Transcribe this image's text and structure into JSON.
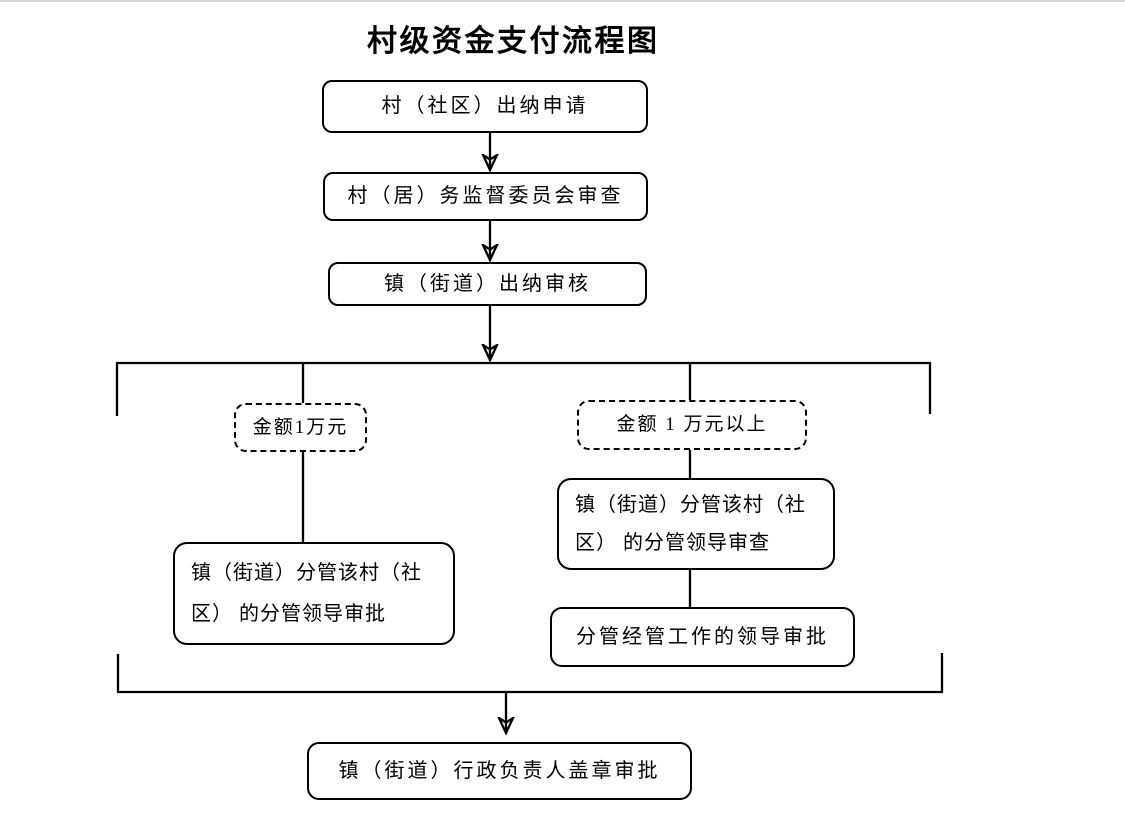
{
  "title": "村级资金支付流程图",
  "nodes": {
    "apply": "村（社区）出纳申请",
    "committee_review": "村（居）务监督委员会审查",
    "town_cashier_audit": "镇（街道）出纳审核",
    "cond_under_10k": "金额1万元",
    "cond_over_10k": "金额 1 万元以上",
    "left_leader_approve": "镇（街道）分管该村（社区） 的分管领导审批",
    "right_leader_review": "镇（街道）分管该村（社区） 的分管领导审查",
    "right_mgmt_leader_approve": "分管经管工作的领导审批",
    "final_stamp_approve": "镇（街道）行政负责人盖章审批"
  },
  "edges": [
    {
      "from": "apply",
      "to": "committee_review",
      "type": "arrow"
    },
    {
      "from": "committee_review",
      "to": "town_cashier_audit",
      "type": "arrow"
    },
    {
      "from": "town_cashier_audit",
      "to": "branch-split",
      "type": "arrow"
    },
    {
      "from": "branch-split",
      "to": "cond_under_10k",
      "type": "line"
    },
    {
      "from": "branch-split",
      "to": "cond_over_10k",
      "type": "line"
    },
    {
      "from": "cond_under_10k",
      "to": "left_leader_approve",
      "type": "line"
    },
    {
      "from": "cond_over_10k",
      "to": "right_leader_review",
      "type": "line"
    },
    {
      "from": "right_leader_review",
      "to": "right_mgmt_leader_approve",
      "type": "line"
    },
    {
      "from": "branch-merge",
      "to": "final_stamp_approve",
      "type": "arrow"
    }
  ],
  "colors": {
    "line": "#000000",
    "background": "#ffffff",
    "text": "#000000"
  }
}
